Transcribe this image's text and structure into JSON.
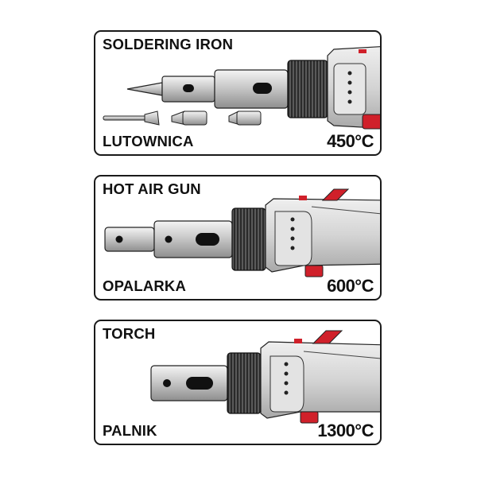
{
  "panels": [
    {
      "title": "SOLDERING IRON",
      "subtitle": "LUTOWNICA",
      "temperature": "450°C"
    },
    {
      "title": "HOT AIR GUN",
      "subtitle": "OPALARKA",
      "temperature": "600°C"
    },
    {
      "title": "TORCH",
      "subtitle": "PALNIK",
      "temperature": "1300°C"
    }
  ],
  "colors": {
    "border": "#1a1a1a",
    "body": "#d7d7d7",
    "accent": "#d0202a",
    "metal": "#bfbfbf"
  }
}
